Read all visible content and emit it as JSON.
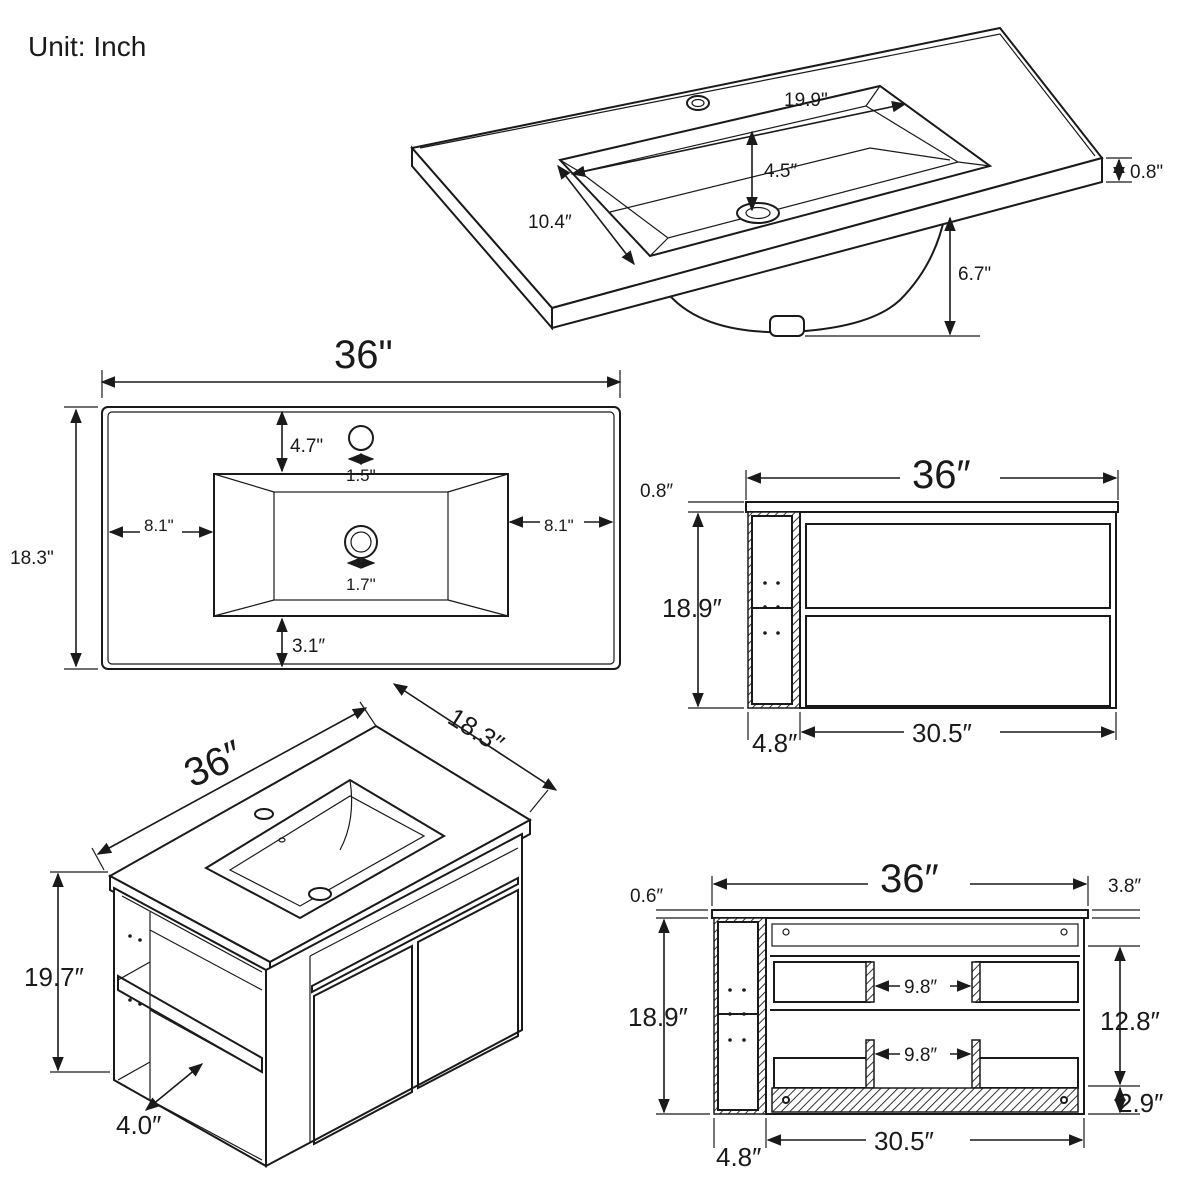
{
  "unit_label": "Unit: Inch",
  "sink_detail": {
    "basin_length": "19.9\"",
    "basin_depth": "4.5″",
    "basin_width": "10.4″",
    "top_thickness": "0.8\"",
    "bowl_height": "6.7\""
  },
  "top_view": {
    "width": "36\"",
    "depth": "18.3\"",
    "faucet_offset": "4.7\"",
    "faucet_hole": "1.5\"",
    "left_margin": "8.1\"",
    "right_margin": "8.1\"",
    "drain_hole": "1.7\"",
    "bottom_margin": "3.1″"
  },
  "front_view": {
    "width": "36″",
    "top_thickness": "0.8″",
    "height": "18.9″",
    "shelf_width": "4.8″",
    "cabinet_width": "30.5″"
  },
  "iso_view": {
    "width": "36″",
    "depth": "18.3″",
    "height": "19.7″",
    "shelf_depth": "4.0″"
  },
  "interior_view": {
    "width": "36″",
    "top_thickness": "0.6″",
    "back_gap": "3.8″",
    "height": "18.9″",
    "upper_drawer_width": "9.8″",
    "lower_drawer_width": "9.8″",
    "upper_height": "12.8″",
    "base_height": "2.9″",
    "shelf_width": "4.8″",
    "cabinet_width": "30.5″"
  },
  "icons": [
    "arrow-head-icon",
    "drain-icon",
    "faucet-hole-icon",
    "shelf-peg-icon"
  ]
}
